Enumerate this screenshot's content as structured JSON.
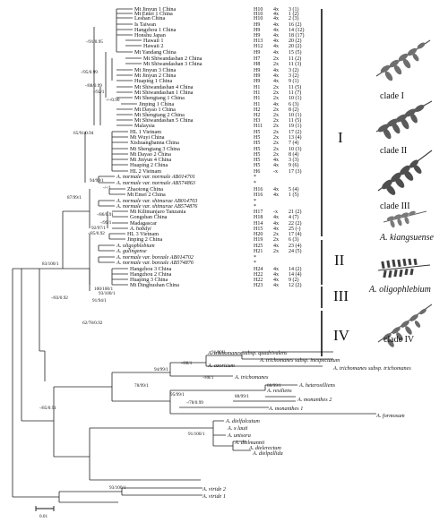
{
  "tips": [
    {
      "name": "Mt Jinyun 1 China",
      "hap": "H10",
      "ploidy": "4x",
      "count": "3 (1)"
    },
    {
      "name": "Mt Emei 1 China",
      "hap": "H10",
      "ploidy": "4x",
      "count": "1 (2)"
    },
    {
      "name": "Leshan China",
      "hap": "H10",
      "ploidy": "4x",
      "count": "2 (3)"
    },
    {
      "name": "Is Taiwan",
      "hap": "H9",
      "ploidy": "4x",
      "count": "16 (2)"
    },
    {
      "name": "Hangzhou 1 China",
      "hap": "H9",
      "ploidy": "4x",
      "count": "14 (12)"
    },
    {
      "name": "Honshu Japan",
      "hap": "H9",
      "ploidy": "4x",
      "count": "18 (17)"
    },
    {
      "name": "Hawaii 1",
      "hap": "H13",
      "ploidy": "4x",
      "count": "20 (2)"
    },
    {
      "name": "Hawaii 2",
      "hap": "H12",
      "ploidy": "4x",
      "count": "20 (2)"
    },
    {
      "name": "Mt Yandang China",
      "hap": "H9",
      "ploidy": "4x",
      "count": "15 (5)"
    },
    {
      "name": "Mt Shiwandashan 2 China",
      "hap": "H7",
      "ploidy": "2x",
      "count": "11 (2)"
    },
    {
      "name": "Mt Shiwandashan 3 China",
      "hap": "H8",
      "ploidy": "2x",
      "count": "11 (3)"
    },
    {
      "name": "Mt Jinyun 3 China",
      "hap": "H9",
      "ploidy": "4x",
      "count": "3 (2)"
    },
    {
      "name": "Mt Jinyun 2 China",
      "hap": "H9",
      "ploidy": "4x",
      "count": "3 (2)"
    },
    {
      "name": "Huaping 1 China",
      "hap": "H9",
      "ploidy": "4x",
      "count": "9 (1)"
    },
    {
      "name": "Mt Shiwandashan 4 China",
      "hap": "H1",
      "ploidy": "2x",
      "count": "11 (5)"
    },
    {
      "name": "Mt Shiwandashan 1 China",
      "hap": "H1",
      "ploidy": "2x",
      "count": "11 (7)"
    },
    {
      "name": "Mt Shengtang 1 China",
      "hap": "H1",
      "ploidy": "2x",
      "count": "10 (1)"
    },
    {
      "name": "Jinping 1 China",
      "hap": "H1",
      "ploidy": "4x",
      "count": "6 (3)"
    },
    {
      "name": "Mt Dayao 1 China",
      "hap": "H2",
      "ploidy": "2x",
      "count": "8 (2)"
    },
    {
      "name": "Mt Shengtang 2 China",
      "hap": "H2",
      "ploidy": "2x",
      "count": "10 (1)"
    },
    {
      "name": "Mt Shiwandashan 5 China",
      "hap": "H3",
      "ploidy": "2x",
      "count": "11 (5)"
    },
    {
      "name": "Malaysia",
      "hap": "H11",
      "ploidy": "2x",
      "count": "19 (1)"
    },
    {
      "name": "HL 1 Vietnam",
      "hap": "H5",
      "ploidy": "2x",
      "count": "17 (2)"
    },
    {
      "name": "Mt Wuyi China",
      "hap": "H5",
      "ploidy": "2x",
      "count": "13 (4)"
    },
    {
      "name": "Xishuangbanna China",
      "hap": "H5",
      "ploidy": "2x",
      "count": "7 (4)"
    },
    {
      "name": "Mt Shengtang 3 China",
      "hap": "H5",
      "ploidy": "2x",
      "count": "10 (3)"
    },
    {
      "name": "Mt Dayao 2 China",
      "hap": "H5",
      "ploidy": "2x",
      "count": "8 (4)"
    },
    {
      "name": "Mt Jinyun 4 China",
      "hap": "H5",
      "ploidy": "4x",
      "count": "3 (3)"
    },
    {
      "name": "Huaping 2 China",
      "hap": "H5",
      "ploidy": "4x",
      "count": "9 (6)"
    },
    {
      "name": "HL 2 Vietnam",
      "hap": "H6",
      "ploidy": "-x",
      "count": "17 (3)"
    },
    {
      "name": "A. normale var. normale AB014701",
      "hap": "*",
      "ploidy": "",
      "count": "",
      "italic": true
    },
    {
      "name": "A. normale var. normale AB574863",
      "hap": "*",
      "ploidy": "",
      "count": "",
      "italic": true
    },
    {
      "name": "Zhaotong China",
      "hap": "H16",
      "ploidy": "4x",
      "count": "5 (4)"
    },
    {
      "name": "Mt Emei 2 China",
      "hap": "H16",
      "ploidy": "4x",
      "count": "1 (5)"
    },
    {
      "name": "A. normale var. shimurae AB014703",
      "hap": "*",
      "ploidy": "",
      "count": "",
      "italic": true
    },
    {
      "name": "A. normale var. shimurae AB574876",
      "hap": "*",
      "ploidy": "",
      "count": "",
      "italic": true
    },
    {
      "name": "Mt Kilimanjaro Tanzania",
      "hap": "H17",
      "ploidy": "-x",
      "count": "21 (2)"
    },
    {
      "name": "Gongshan China",
      "hap": "H18",
      "ploidy": "4x",
      "count": "4 (7)"
    },
    {
      "name": "Madagascar",
      "hap": "H14",
      "ploidy": "4x",
      "count": "22 (2)"
    },
    {
      "name": "A. hobdyi",
      "hap": "H15",
      "ploidy": "4x",
      "count": "25 (-)",
      "italic": true
    },
    {
      "name": "HL 3 Vietnam",
      "hap": "H20",
      "ploidy": "2x",
      "count": "17 (4)"
    },
    {
      "name": "Jinping 2 China",
      "hap": "H19",
      "ploidy": "2x",
      "count": "6 (3)"
    },
    {
      "name": "A. oligophlebium",
      "hap": "H25",
      "ploidy": "4x",
      "count": "23 (4)",
      "italic": true
    },
    {
      "name": "A. gulingense",
      "hap": "H21",
      "ploidy": "2x",
      "count": "24 (5)",
      "italic": true
    },
    {
      "name": "A. normale var. boreale AB014702",
      "hap": "*",
      "ploidy": "",
      "count": "",
      "italic": true
    },
    {
      "name": "A. normale var. boreale AB574876",
      "hap": "*",
      "ploidy": "",
      "count": "",
      "italic": true
    },
    {
      "name": "Hangzhou 3 China",
      "hap": "H24",
      "ploidy": "4x",
      "count": "14 (2)"
    },
    {
      "name": "Hangzhou 2 China",
      "hap": "H22",
      "ploidy": "4x",
      "count": "14 (4)"
    },
    {
      "name": "Huaping 3 China",
      "hap": "H22",
      "ploidy": "4x",
      "count": "9 (2)"
    },
    {
      "name": "Mt Dinghushan China",
      "hap": "H23",
      "ploidy": "4x",
      "count": "12 (2)"
    }
  ],
  "outgroup_tips": [
    "A. trichomanes subsp. quadrivalens",
    "A. trichomanes subsp. inexpectatum",
    "A. azoricum",
    "A. trichomanes subsp. trichomanes",
    "A. trichomanes",
    "A. heterosilliens",
    "A. resiliens",
    "A. monanthes 2",
    "A. monanthes 1",
    "A. formosum",
    "A. dielfalcatum",
    "A. x lauii",
    "A. unisora",
    "A. dielmannii",
    "A. dielerectum",
    "A. dielpallida",
    "A. viride 2",
    "A. viride 1"
  ],
  "support": [
    "-/91/0.95",
    "-/95/0.99",
    "-/88/0.99",
    "-/92/1",
    "-/-/0.90",
    "65/91/0.94",
    "94/99/1",
    "-/-/1",
    "87/99/1",
    "-/86/0.91",
    "-/99/1",
    "92/97/1",
    "-/85/0.92",
    "83/100/1",
    "100/100/1",
    "93/100/1",
    "-/83/0.92",
    "91/94/1",
    "62/78/0.92",
    "91/98/1",
    "-/88/1",
    "94/99/1",
    "-/88/1",
    "88/99/1",
    "95/99/1",
    "88/99/1",
    "-/78/0.99",
    "78/99/1",
    "-/85/0.91",
    "91/100/1",
    "93/100/1"
  ],
  "clades": [
    {
      "numeral": "I",
      "photo_label": "clade I"
    },
    {
      "numeral": "II",
      "photo_label": "clade II"
    },
    {
      "numeral": "III",
      "photo_label": "clade III"
    },
    {
      "numeral": "IV",
      "photo_label": "clade IV"
    }
  ],
  "photo_labels": [
    "clade I",
    "clade II",
    "clade III",
    "A. kiangsuense",
    "A. oligophlebium",
    "clade IV"
  ],
  "scale_label": "0.01"
}
